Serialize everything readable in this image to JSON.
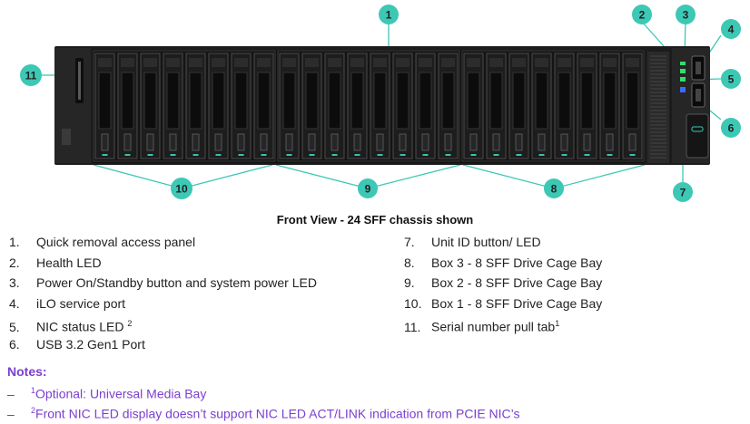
{
  "caption": "Front View - 24 SFF chassis shown",
  "callouts": [
    "1",
    "2",
    "3",
    "4",
    "5",
    "6",
    "7",
    "8",
    "9",
    "10",
    "11"
  ],
  "legend_left": [
    {
      "num": "1.",
      "text": "Quick removal access panel",
      "sup": ""
    },
    {
      "num": "2.",
      "text": "Health LED",
      "sup": ""
    },
    {
      "num": "3.",
      "text": "Power On/Standby button and system power LED",
      "sup": ""
    },
    {
      "num": "4.",
      "text": "iLO service port",
      "sup": ""
    },
    {
      "num": "5.",
      "text": "NIC status LED ",
      "sup": "2"
    },
    {
      "num": "6.",
      "text": "USB 3.2 Gen1 Port",
      "sup": ""
    }
  ],
  "legend_right": [
    {
      "num": "7.",
      "text": "Unit ID button/ LED",
      "sup": ""
    },
    {
      "num": "8.",
      "text": "Box 3 - 8 SFF Drive Cage Bay",
      "sup": ""
    },
    {
      "num": "9.",
      "text": "Box 2 - 8 SFF Drive Cage Bay",
      "sup": ""
    },
    {
      "num": "10.",
      "text": "Box 1 - 8 SFF Drive Cage Bay",
      "sup": ""
    },
    {
      "num": "11.",
      "text": "Serial number pull tab",
      "sup": "1"
    }
  ],
  "notes": {
    "title": "Notes:",
    "dash": "–",
    "items": [
      {
        "sup": "1",
        "text": "Optional: Universal Media Bay"
      },
      {
        "sup": "2",
        "text": "Front NIC LED display doesn’t support NIC LED ACT/LINK indication from PCIE NIC’s"
      }
    ]
  },
  "colors": {
    "callout_fill": "#3cc8b4",
    "callout_line": "#3cc8b4",
    "chassis": "#1e1e1e",
    "led_green": "#2ee06a",
    "led_blue": "#3b6cff",
    "notes": "#7b3fd0"
  }
}
